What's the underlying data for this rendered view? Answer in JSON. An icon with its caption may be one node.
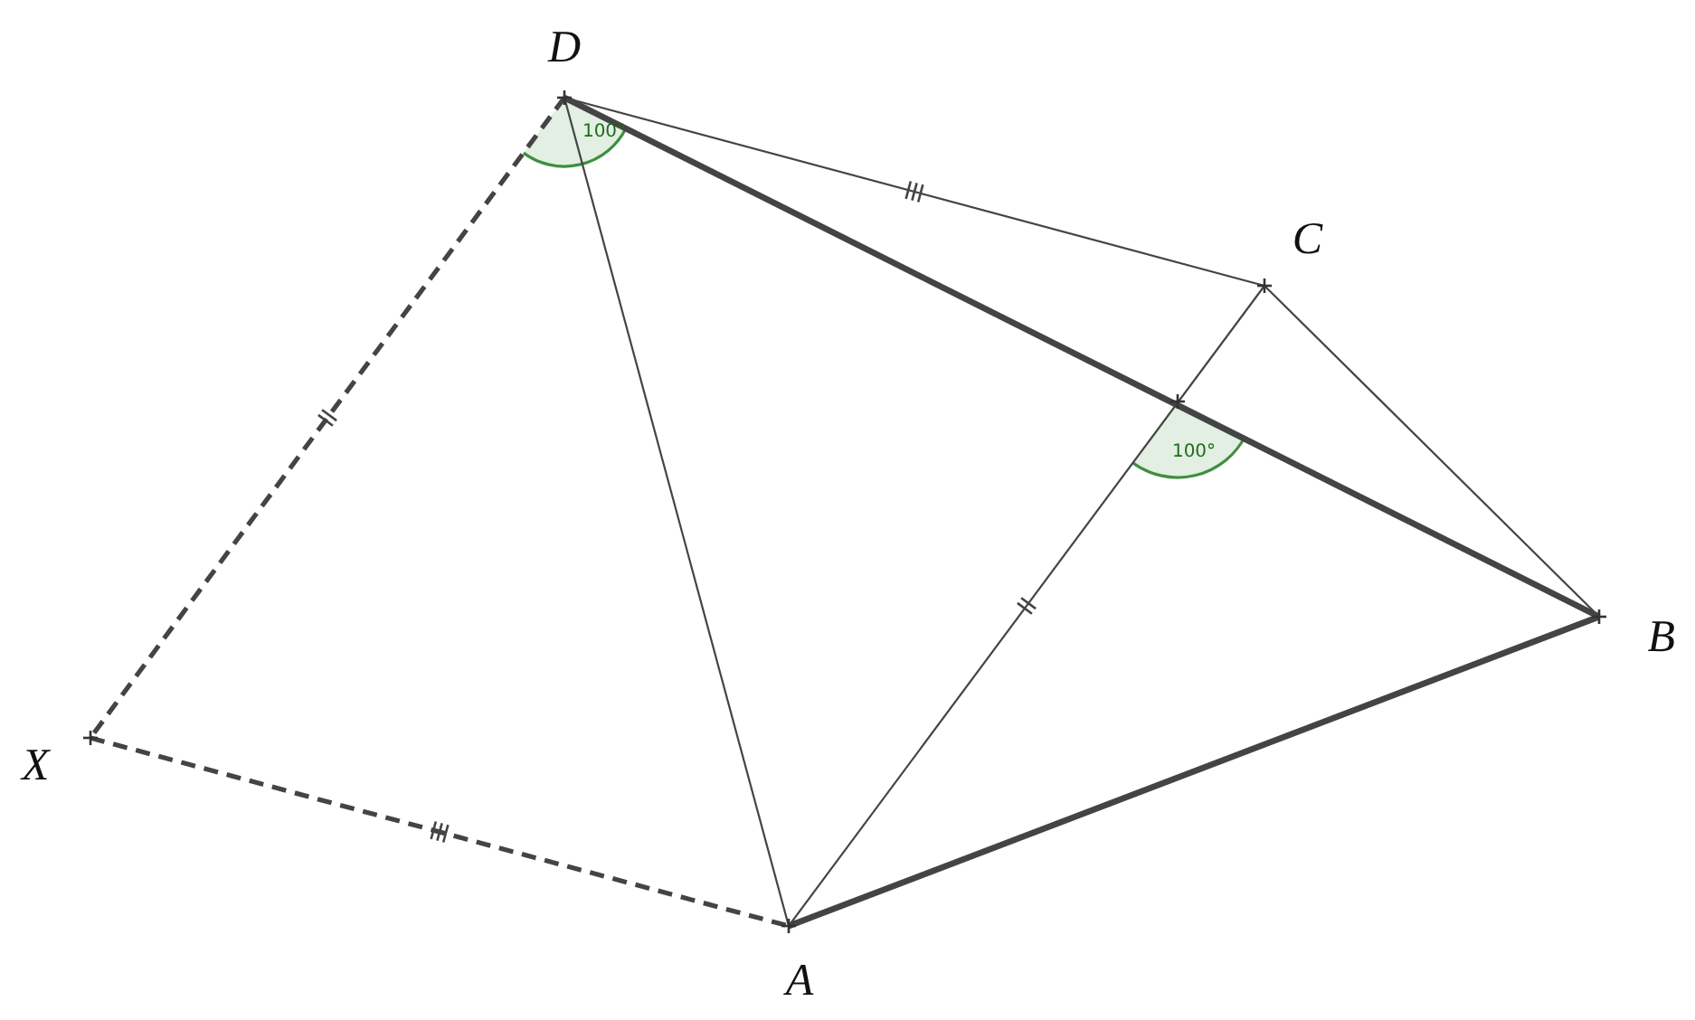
{
  "diagram": {
    "nodes": [
      {
        "text": [
          "D"
        ]
      },
      {
        "text": [
          "C"
        ]
      },
      {
        "text": [
          "B"
        ]
      },
      {
        "text": [
          "A"
        ]
      },
      {
        "text": [
          "X"
        ]
      }
    ],
    "edges": [
      {
        "from": 0,
        "to": 1,
        "arrow": "none"
      },
      {
        "from": 1,
        "to": 2,
        "arrow": "none"
      },
      {
        "from": 0,
        "to": 2,
        "arrow": "none",
        "style": "thick"
      },
      {
        "from": 0,
        "to": 3,
        "arrow": "none"
      },
      {
        "from": 3,
        "to": 1,
        "arrow": "none"
      },
      {
        "from": 3,
        "to": 2,
        "arrow": "none",
        "style": "thick"
      },
      {
        "from": 0,
        "to": 4,
        "arrow": "none",
        "style": "dashed"
      },
      {
        "from": 4,
        "to": 3,
        "arrow": "none",
        "style": "dashed"
      }
    ],
    "labels": [
      "100°",
      "100°"
    ]
  }
}
